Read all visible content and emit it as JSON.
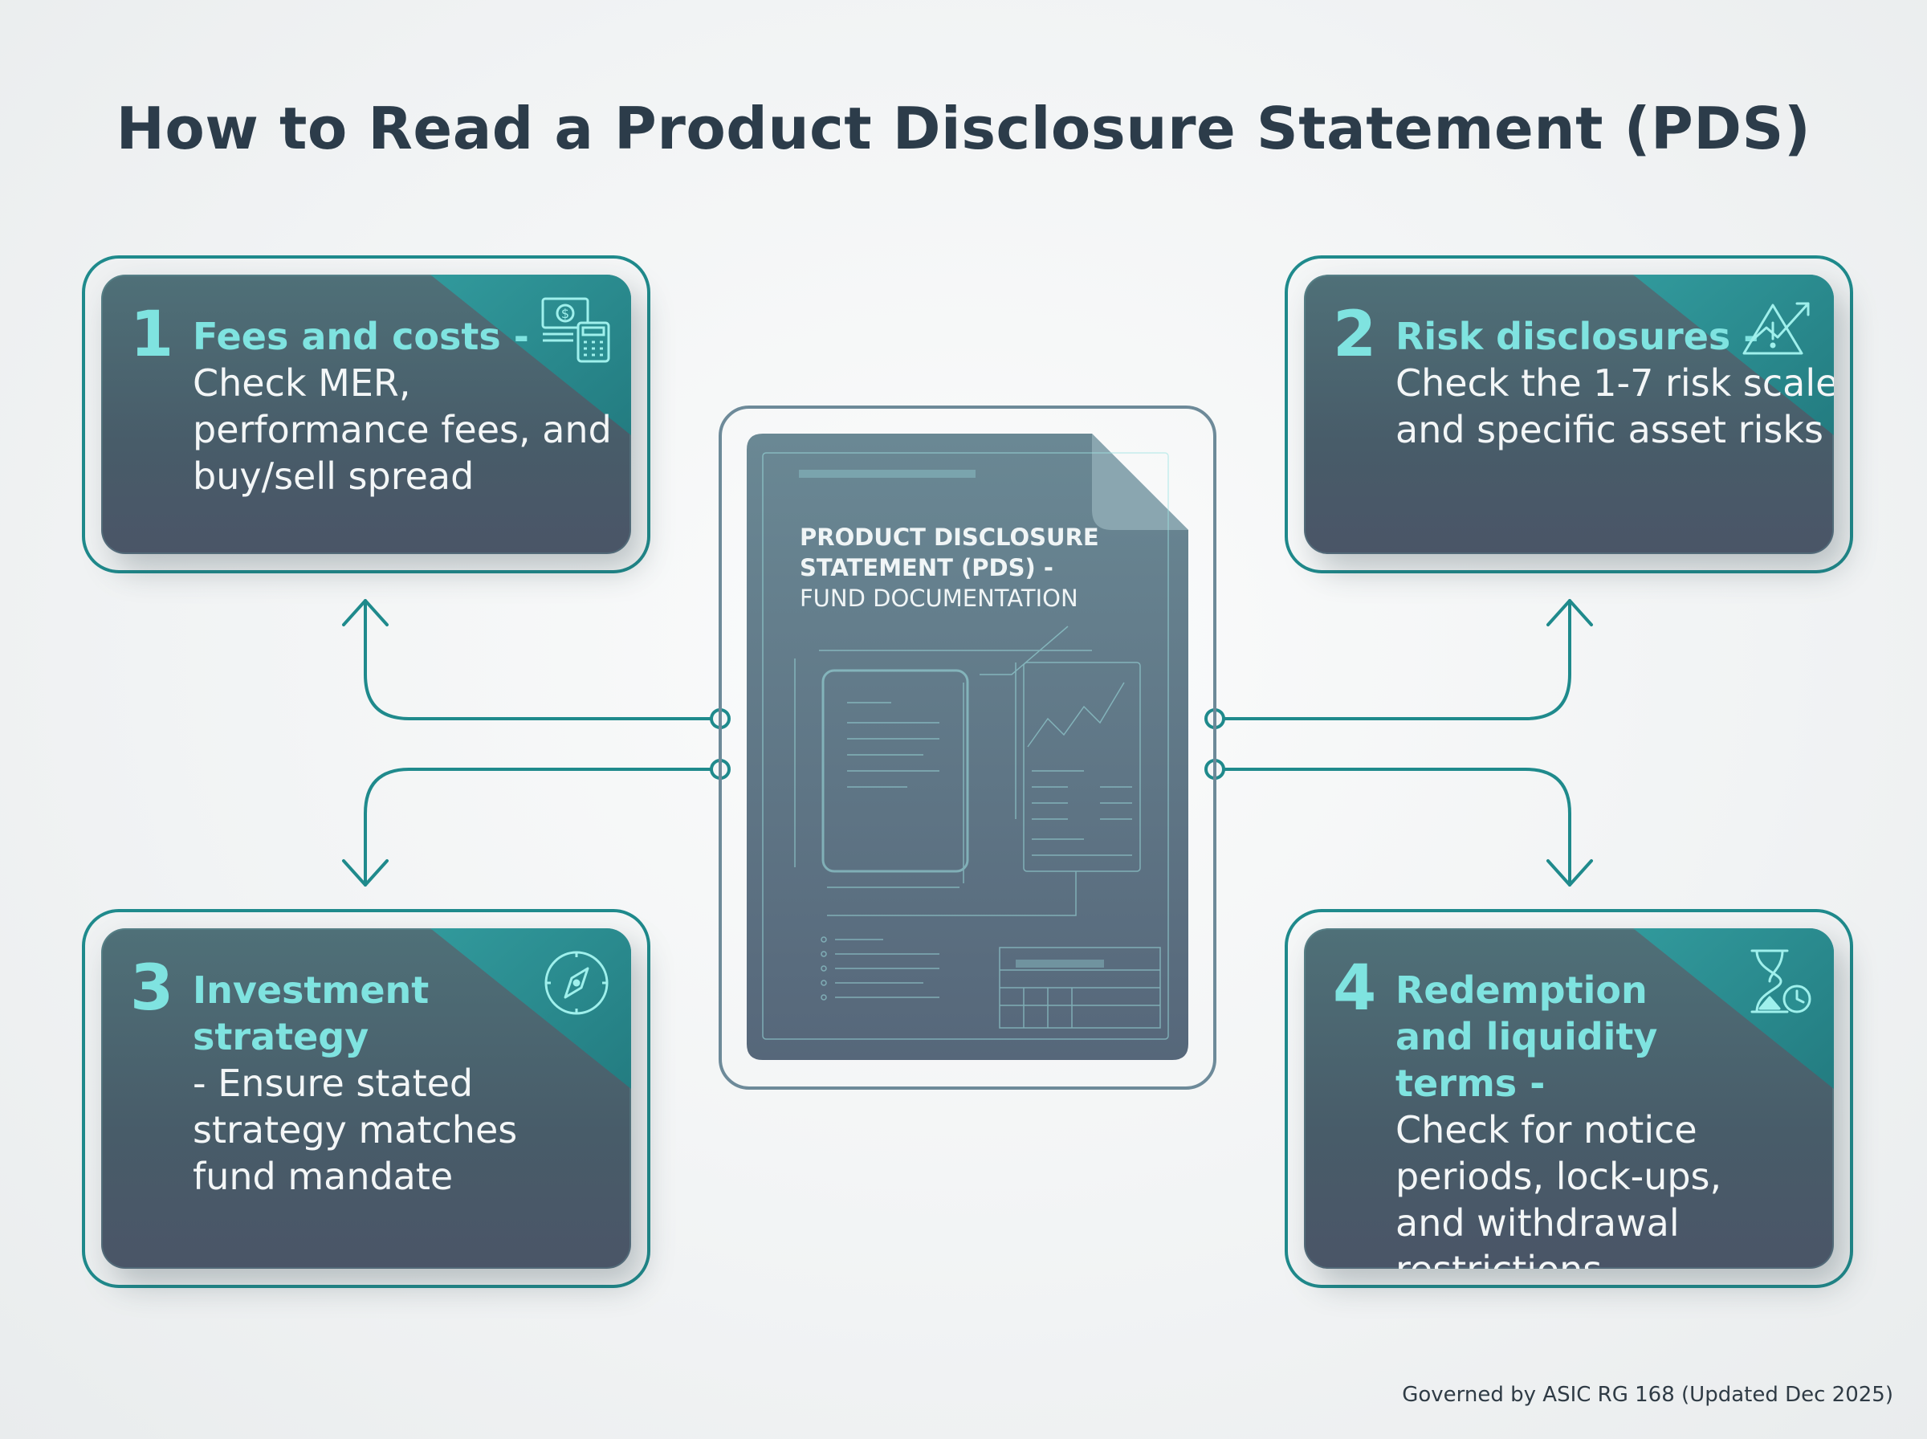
{
  "title": "How to Read a Product Disclosure Statement (PDS)",
  "document": {
    "title_bold": "PRODUCT DISCLOSURE STATEMENT (PDS) -",
    "title_sub": "FUND DOCUMENTATION"
  },
  "cards": [
    {
      "number": "1",
      "heading": "Fees and costs -",
      "body": "Check MER, performance fees, and buy/sell spread",
      "icon": "money-calculator-icon"
    },
    {
      "number": "2",
      "heading": "Risk disclosures -",
      "body": "Check the 1-7 risk scale and specific asset risks",
      "icon": "warning-triangle-icon"
    },
    {
      "number": "3",
      "heading": "Investment strategy",
      "body": "- Ensure stated strategy matches fund mandate",
      "icon": "compass-icon"
    },
    {
      "number": "4",
      "heading": "Redemption and liquidity terms -",
      "body": "Check for notice periods, lock-ups, and withdrawal restrictions",
      "icon": "hourglass-clock-icon"
    }
  ],
  "footnote": "Governed by ASIC RG 168 (Updated Dec 2025)",
  "colors": {
    "accent": "#1f8a8c",
    "highlight": "#7fe3e0",
    "card": "#4a5e6b",
    "title": "#2c3c4a"
  }
}
